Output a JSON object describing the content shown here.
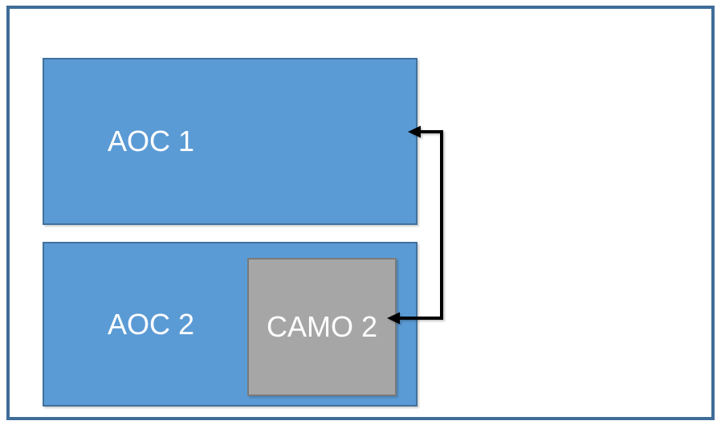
{
  "diagram": {
    "boxes": {
      "aoc1": {
        "label": "AOC 1"
      },
      "aoc2": {
        "label": "AOC 2"
      },
      "camo2": {
        "label": "CAMO 2"
      }
    },
    "connector": {
      "type": "elbow-double-arrow",
      "endpoint_1": "AOC 1 right edge",
      "endpoint_2": "CAMO 2 right edge"
    },
    "colors": {
      "blue_fill": "#5B9BD5",
      "blue_border": "#41719C",
      "gray_fill": "#A6A6A6",
      "gray_border": "#7A7A7A",
      "frame_border": "#3F6D99",
      "arrow": "#000000",
      "label_text": "#FFFFFF"
    }
  }
}
